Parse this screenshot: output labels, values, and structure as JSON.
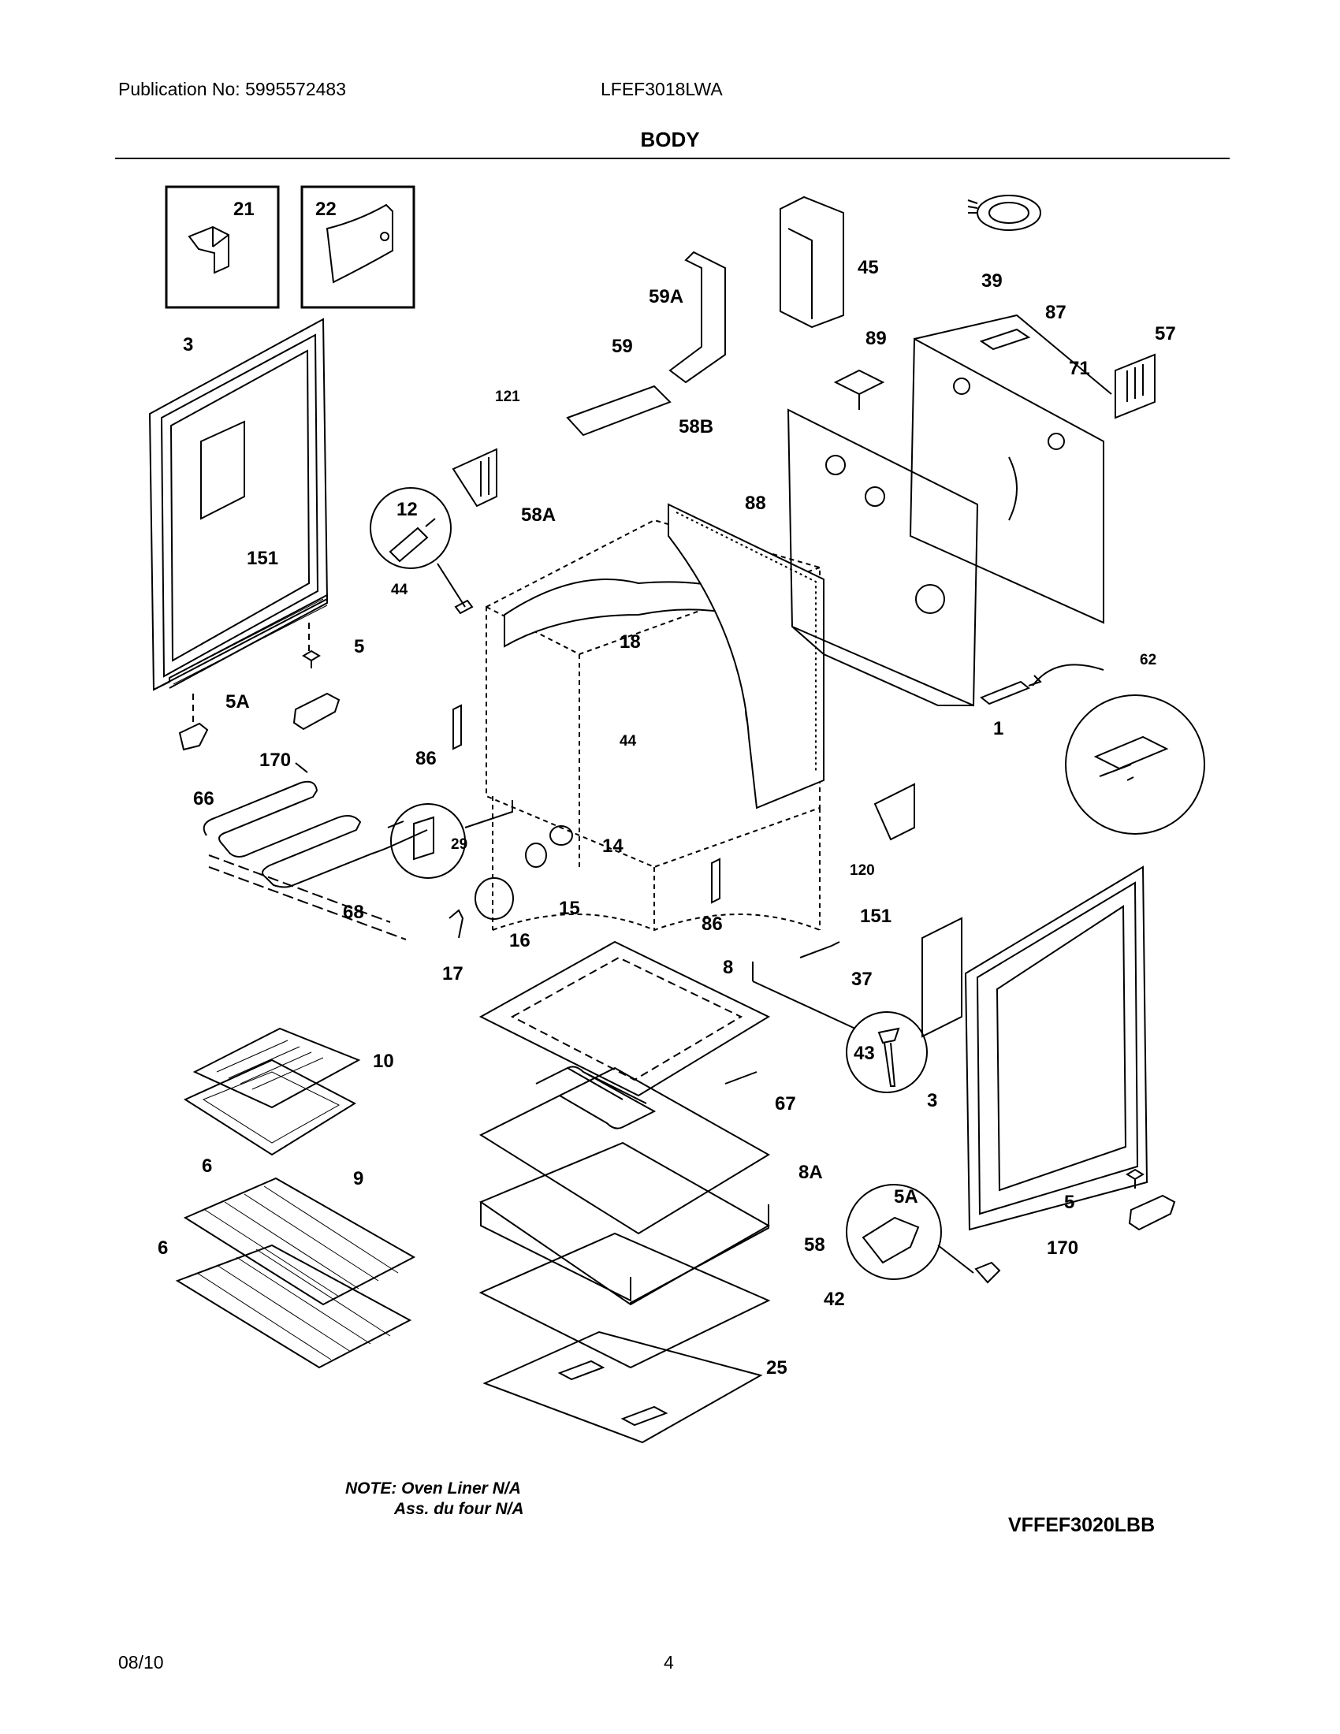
{
  "header": {
    "publication": "Publication No: 5995572483",
    "model": "LFEF3018LWA",
    "section_title": "BODY"
  },
  "notes": {
    "line1": "NOTE: Oven Liner N/A",
    "line2": "Ass. du four N/A"
  },
  "diagram_code": "VFFEF3020LBB",
  "footer": {
    "date": "08/10",
    "page": "4"
  },
  "part_labels": {
    "p21": "21",
    "p22": "22",
    "p3a": "3",
    "p151a": "151",
    "p121": "121",
    "p12": "12",
    "p44a": "44",
    "p58A": "58A",
    "p59A": "59A",
    "p59": "59",
    "p58B": "58B",
    "p88": "88",
    "p45": "45",
    "p39": "39",
    "p87": "87",
    "p57": "57",
    "p71": "71",
    "p89": "89",
    "p18": "18",
    "p5a": "5",
    "p5Aa": "5A",
    "p170a": "170",
    "p86a": "86",
    "p44b": "44",
    "p1": "1",
    "p62": "62",
    "p66": "66",
    "p68": "68",
    "p29": "29",
    "p14": "14",
    "p15": "15",
    "p16": "16",
    "p17": "17",
    "p86b": "86",
    "p120": "120",
    "p151b": "151",
    "p37": "37",
    "p8": "8",
    "p43": "43",
    "p3b": "3",
    "p10": "10",
    "p9": "9",
    "p67": "67",
    "p8A": "8A",
    "p6a": "6",
    "p6b": "6",
    "p58": "58",
    "p5b": "5",
    "p5Ab": "5A",
    "p170b": "170",
    "p42": "42",
    "p25": "25"
  }
}
